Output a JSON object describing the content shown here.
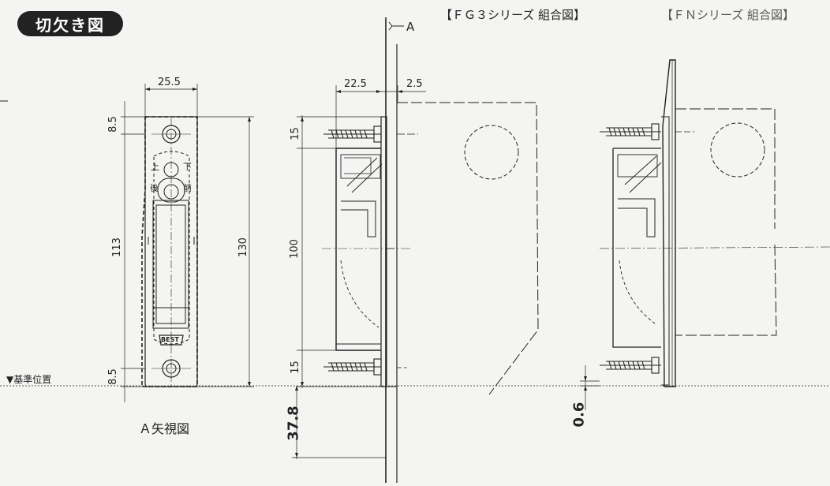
{
  "badge": "切欠き図",
  "titles": {
    "fg3": "【ＦＧ３シリーズ 組合図】",
    "fn": "【ＦＮシリーズ 組合図】"
  },
  "view_a": {
    "label": "Ａ矢視図",
    "arrow_label": "A"
  },
  "reference": "▼基準位置",
  "plate_marks": {
    "up": "上",
    "down": "下",
    "back": "後",
    "front": "前",
    "brand": "BEST"
  },
  "dims": {
    "width_25_5": "25.5",
    "width_22_5": "22.5",
    "width_2_5": "2.5",
    "top_8_5": "8.5",
    "bottom_8_5": "8.5",
    "mid_113": "113",
    "total_130": "130",
    "top_15": "15",
    "mid_100": "100",
    "bottom_15": "15",
    "offset_37_8": "37.8",
    "offset_0_6": "0.6"
  }
}
